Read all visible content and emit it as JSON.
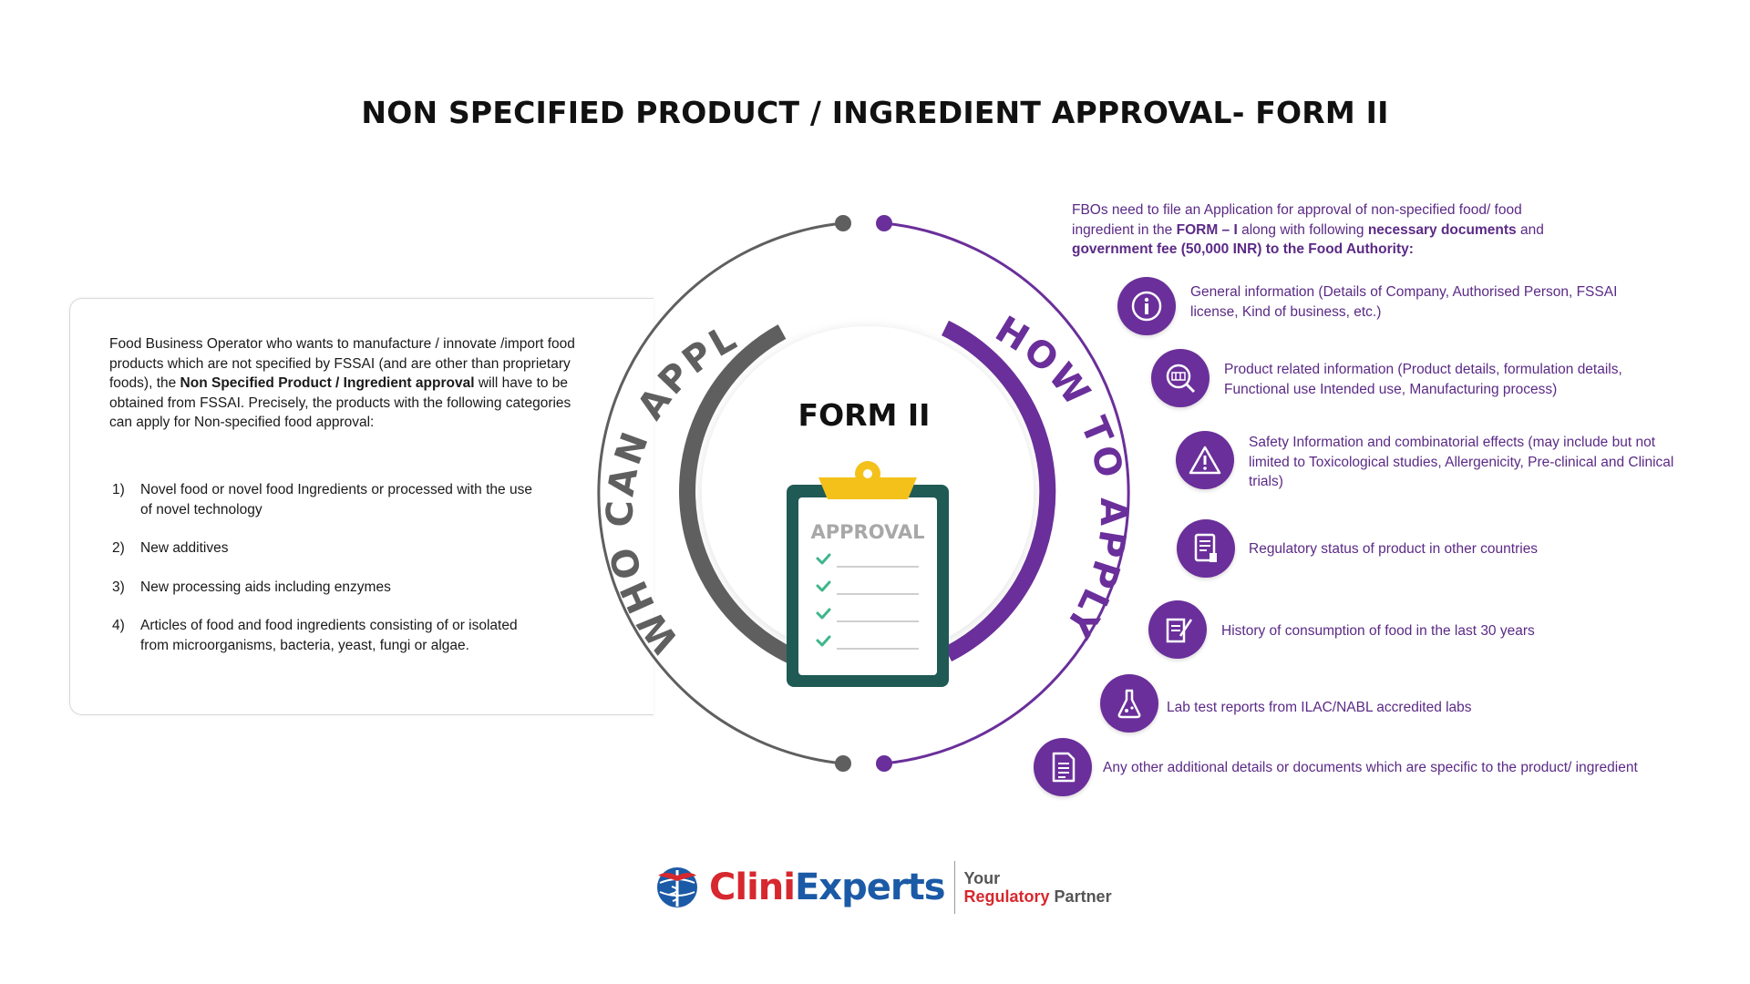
{
  "title": "NON SPECIFIED PRODUCT / INGREDIENT APPROVAL- FORM II",
  "left": {
    "intro_1": "Food Business Operator who wants to manufacture / innovate /import food products which are not specified by FSSAI (and are other than proprietary foods), the ",
    "intro_bold": "Non Specified Product / Ingredient approval",
    "intro_2": " will have to be obtained from FSSAI. Precisely, the products with the following categories can apply for Non-specified food approval:",
    "list": [
      {
        "num": "1)",
        "text": "Novel food or novel food Ingredients or processed with the use of novel technology"
      },
      {
        "num": "2)",
        "text": "New additives"
      },
      {
        "num": "3)",
        "text": "New processing aids including enzymes"
      },
      {
        "num": "4)",
        "text": "Articles of food and food ingredients consisting of or isolated from microorganisms, bacteria, yeast, fungi or algae."
      }
    ]
  },
  "center": {
    "who_label": "WHO CAN APPLY",
    "how_label": "HOW TO APPLY",
    "form_label": "FORM II",
    "clipboard_label": "APPROVAL"
  },
  "right": {
    "intro_1": "FBOs need to file an Application for approval of non-specified food/ food ingredient in the ",
    "intro_bold_1": "FORM – I",
    "intro_2": " along with following ",
    "intro_bold_2": "necessary documents",
    "intro_3": " and ",
    "intro_bold_3": "government fee (50,000 INR) to the Food Authority:",
    "items": [
      {
        "icon": "info-icon",
        "text": "General information (Details of Company, Authorised Person, FSSAI license, Kind of business, etc.)"
      },
      {
        "icon": "product-search-icon",
        "text": "Product related information (Product details, formulation details, Functional use Intended use, Manufacturing process)"
      },
      {
        "icon": "warning-icon",
        "text": "Safety Information and combinatorial effects (may include but not limited to Toxicological studies, Allergenicity, Pre-clinical and Clinical trials)"
      },
      {
        "icon": "regulatory-document-icon",
        "text": "Regulatory status of product in other countries"
      },
      {
        "icon": "history-document-icon",
        "text": "History of consumption of food in the last 30 years"
      },
      {
        "icon": "lab-flask-icon",
        "text": "Lab test reports from ILAC/NABL accredited labs"
      },
      {
        "icon": "document-icon",
        "text": "Any other additional details or documents which are specific to the product/ ingredient"
      }
    ]
  },
  "logo": {
    "name_part1": "Clini",
    "name_part2": "Experts",
    "tag_line1": "Your",
    "tag_line2a": "Regulatory",
    "tag_line2b": " Partner"
  },
  "colors": {
    "purple": "#6a2f9a",
    "gray": "#5f5f5f",
    "teal": "#1f5a55",
    "yellow": "#f4c11a",
    "check": "#3fb68b",
    "brand_red": "#d6282e",
    "brand_blue": "#1b5aa6"
  }
}
